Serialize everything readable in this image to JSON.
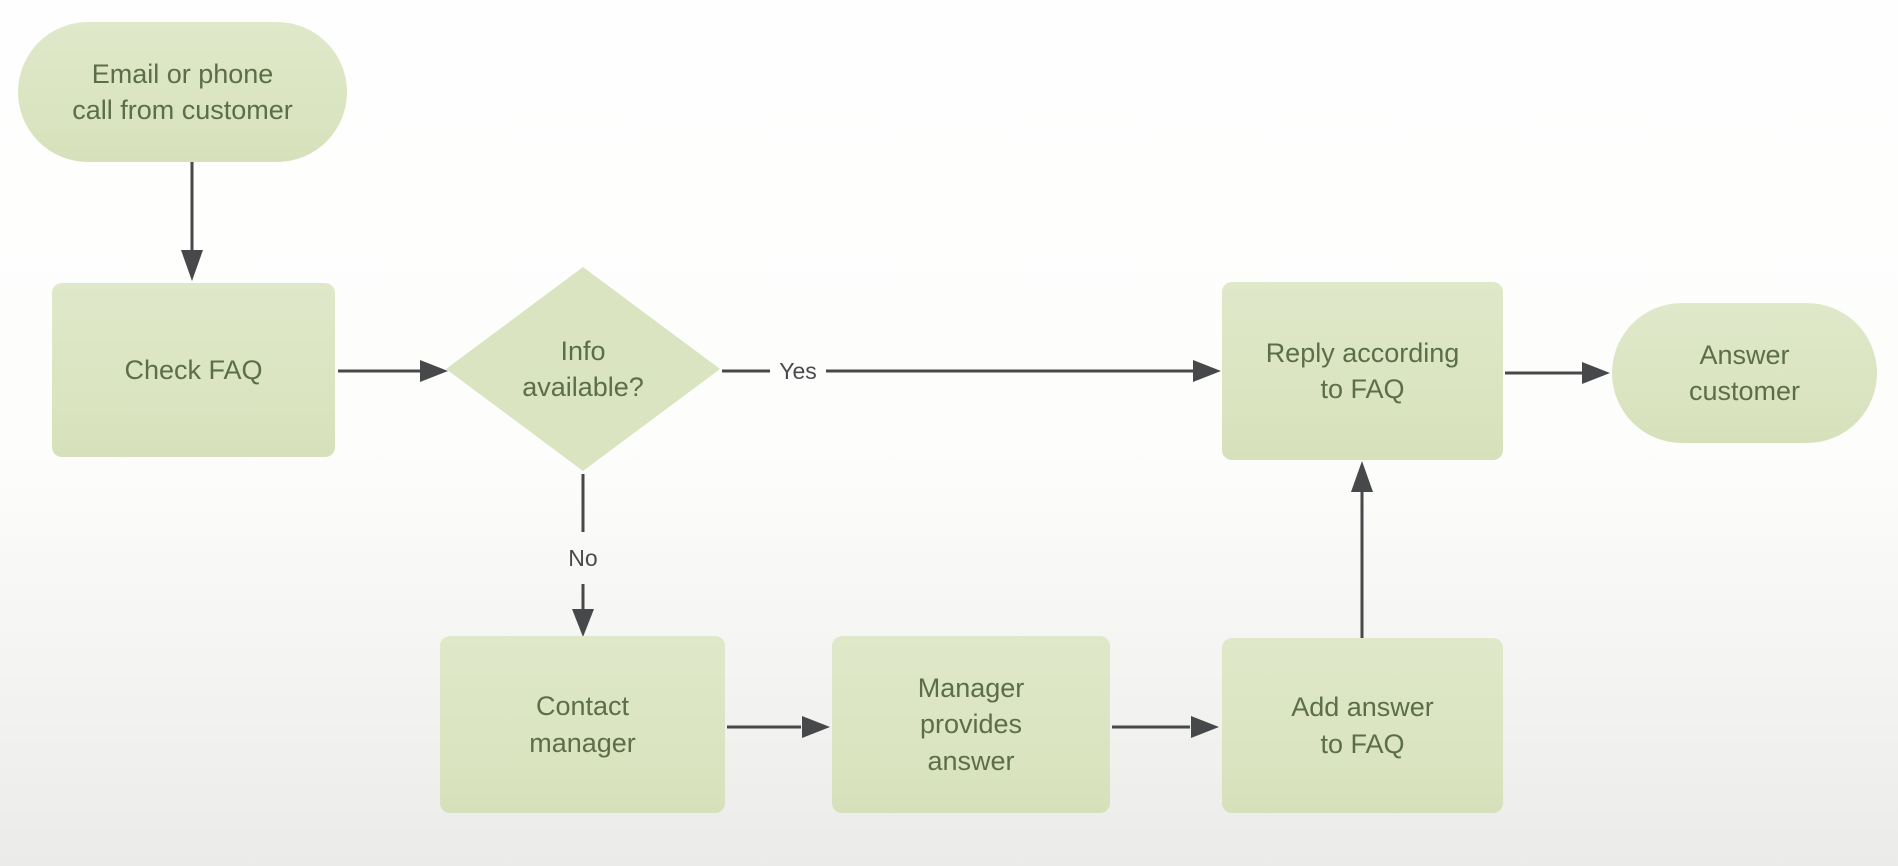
{
  "diagram": {
    "type": "flowchart",
    "colors": {
      "node_fill": "#dae4c0",
      "node_text": "#5c6e48",
      "arrow": "#47484a",
      "edge_label": "#4a4b4d"
    },
    "nodes": {
      "start": {
        "shape": "terminator",
        "label": "Email or phone call from customer",
        "lines": [
          "Email or phone",
          "call from customer"
        ]
      },
      "check_faq": {
        "shape": "process",
        "label": "Check FAQ",
        "lines": [
          "Check FAQ"
        ]
      },
      "info_available": {
        "shape": "decision",
        "label": "Info available?",
        "lines": [
          "Info",
          "available?"
        ]
      },
      "reply_faq": {
        "shape": "process",
        "label": "Reply according to FAQ",
        "lines": [
          "Reply according",
          "to FAQ"
        ]
      },
      "answer_customer": {
        "shape": "terminator",
        "label": "Answer customer",
        "lines": [
          "Answer",
          "customer"
        ]
      },
      "contact_manager": {
        "shape": "process",
        "label": "Contact manager",
        "lines": [
          "Contact",
          "manager"
        ]
      },
      "manager_answer": {
        "shape": "process",
        "label": "Manager provides answer",
        "lines": [
          "Manager",
          "provides",
          "answer"
        ]
      },
      "add_faq": {
        "shape": "process",
        "label": "Add answer to FAQ",
        "lines": [
          "Add answer",
          "to FAQ"
        ]
      }
    },
    "edges": [
      {
        "from": "start",
        "to": "check_faq",
        "label": ""
      },
      {
        "from": "check_faq",
        "to": "info_available",
        "label": ""
      },
      {
        "from": "info_available",
        "to": "reply_faq",
        "label": "Yes"
      },
      {
        "from": "reply_faq",
        "to": "answer_customer",
        "label": ""
      },
      {
        "from": "info_available",
        "to": "contact_manager",
        "label": "No"
      },
      {
        "from": "contact_manager",
        "to": "manager_answer",
        "label": ""
      },
      {
        "from": "manager_answer",
        "to": "add_faq",
        "label": ""
      },
      {
        "from": "add_faq",
        "to": "reply_faq",
        "label": ""
      }
    ]
  }
}
